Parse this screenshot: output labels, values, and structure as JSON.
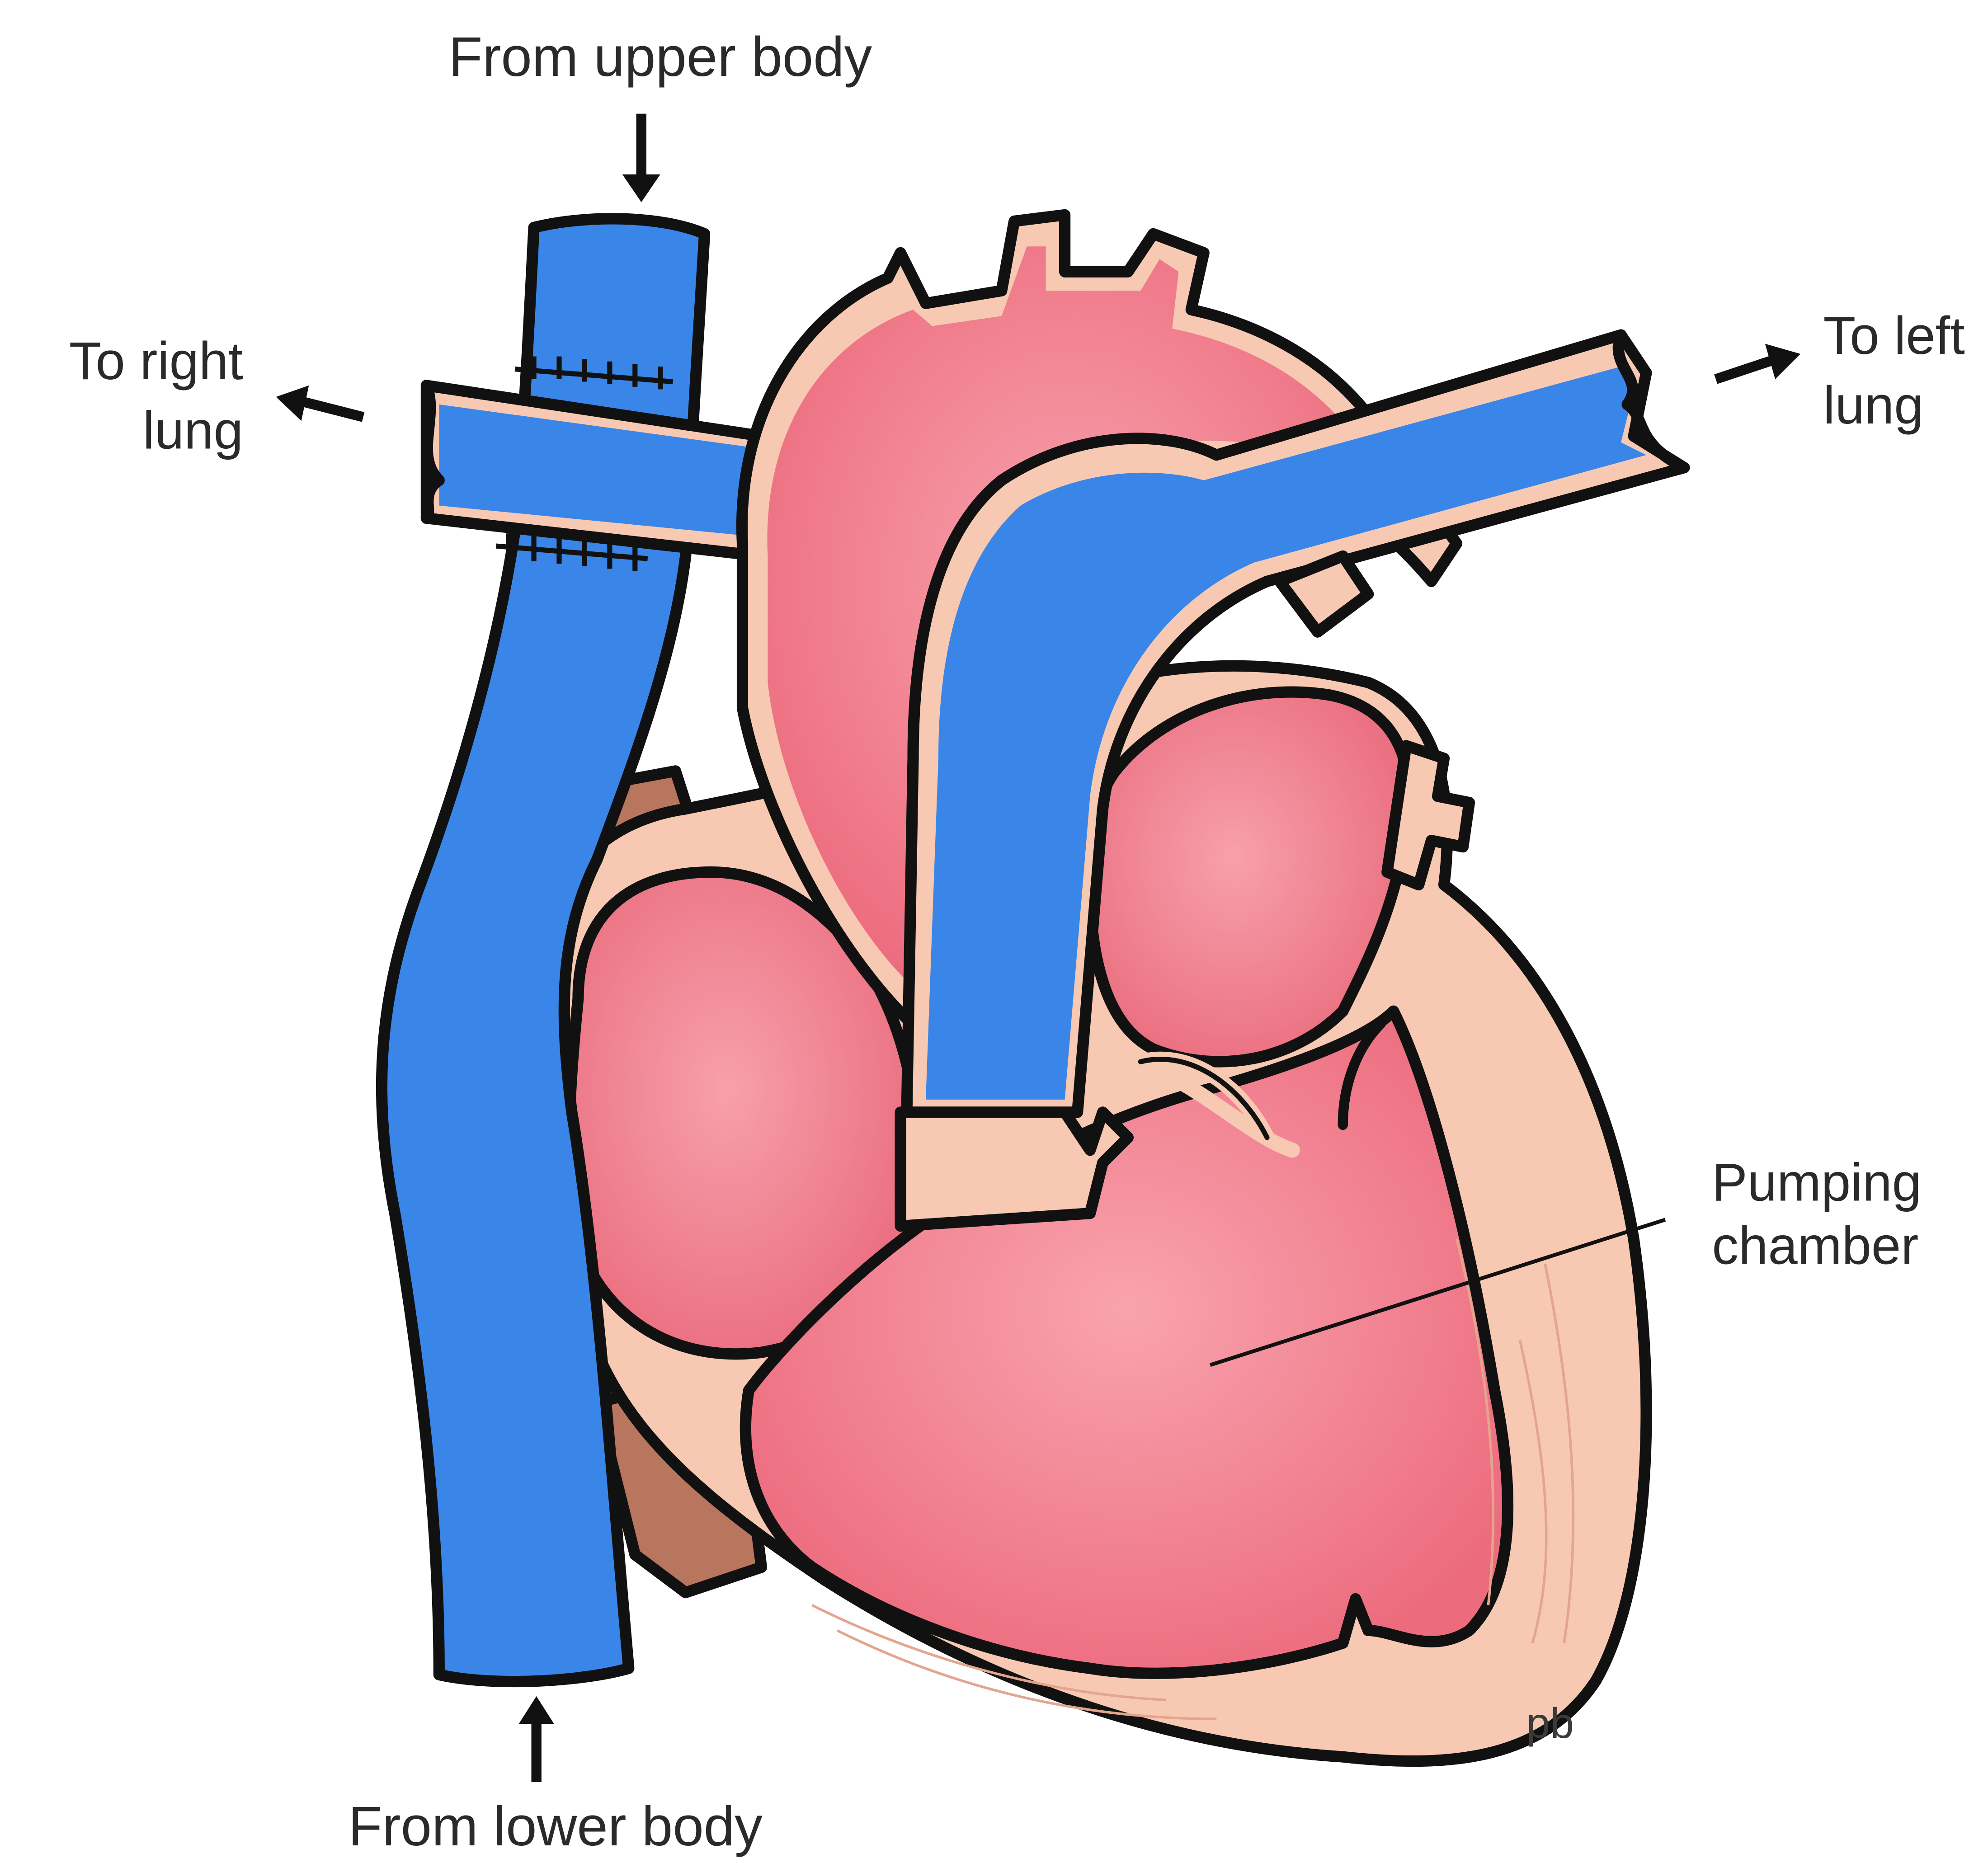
{
  "labels": {
    "upper_body": "From upper body",
    "right_lung_line1": "To right",
    "right_lung_line2": "lung",
    "left_lung_line1": "To left",
    "left_lung_line2": "lung",
    "pumping_line1": "Pumping",
    "pumping_line2": "chamber",
    "lower_body": "From lower body",
    "signature": "pb"
  },
  "colors": {
    "vessel_blue": "#3a86e8",
    "chamber_pink": "#f17f8f",
    "tissue_beige": "#f7c9b2",
    "dark_tissue": "#b9765e",
    "outline": "#111111"
  }
}
